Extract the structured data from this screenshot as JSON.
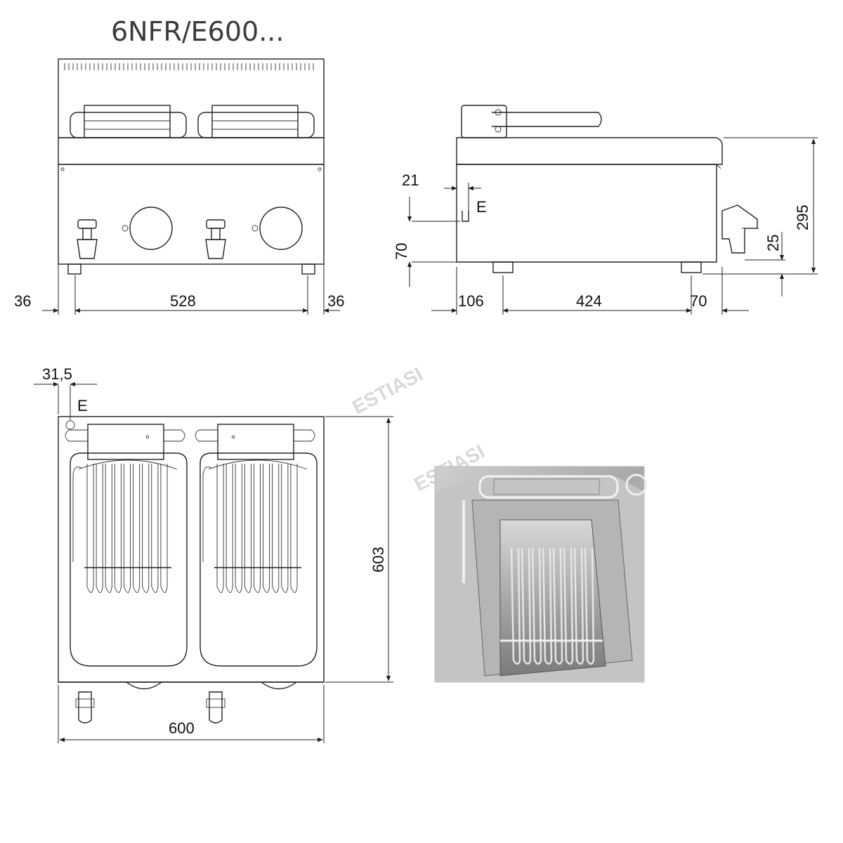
{
  "title": "6NFR/E600...",
  "watermark": "ESTIASI",
  "marker_letter": "E",
  "front_view": {
    "left_offset": "36",
    "width": "528",
    "right_offset": "36"
  },
  "side_view": {
    "top_gap": "21",
    "leg_height": "70",
    "front_offset": "106",
    "feet_spacing": "424",
    "rear_offset": "70",
    "total_height": "295",
    "tap_height": "25"
  },
  "top_view": {
    "corner_offset": "31,5",
    "depth": "603",
    "width": "600"
  },
  "photo": {
    "subject": "fryer-basin-with-heating-elements"
  }
}
